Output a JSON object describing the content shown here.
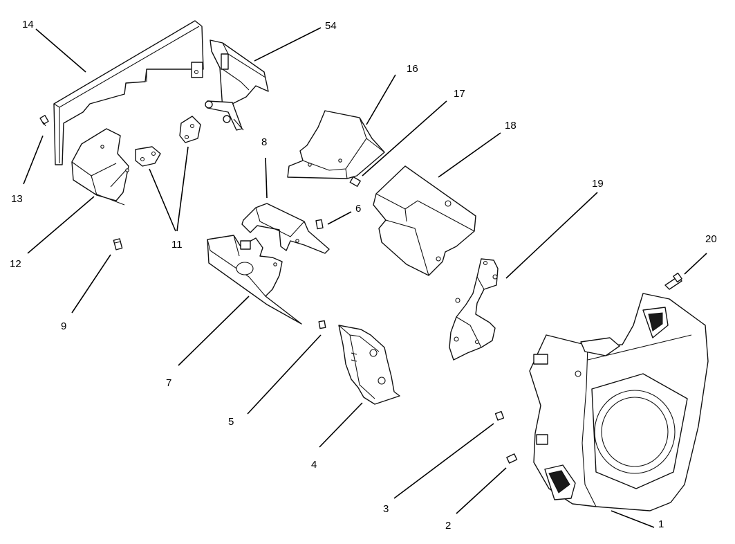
{
  "diagram": {
    "callouts": {
      "c14": "14",
      "c54": "54",
      "c16": "16",
      "c17": "17",
      "c18": "18",
      "c13": "13",
      "c8": "8",
      "c6": "6",
      "c19": "19",
      "c12": "12",
      "c11": "11",
      "c20": "20",
      "c9": "9",
      "c7": "7",
      "c5": "5",
      "c4": "4",
      "c3": "3",
      "c2": "2",
      "c1": "1"
    }
  }
}
